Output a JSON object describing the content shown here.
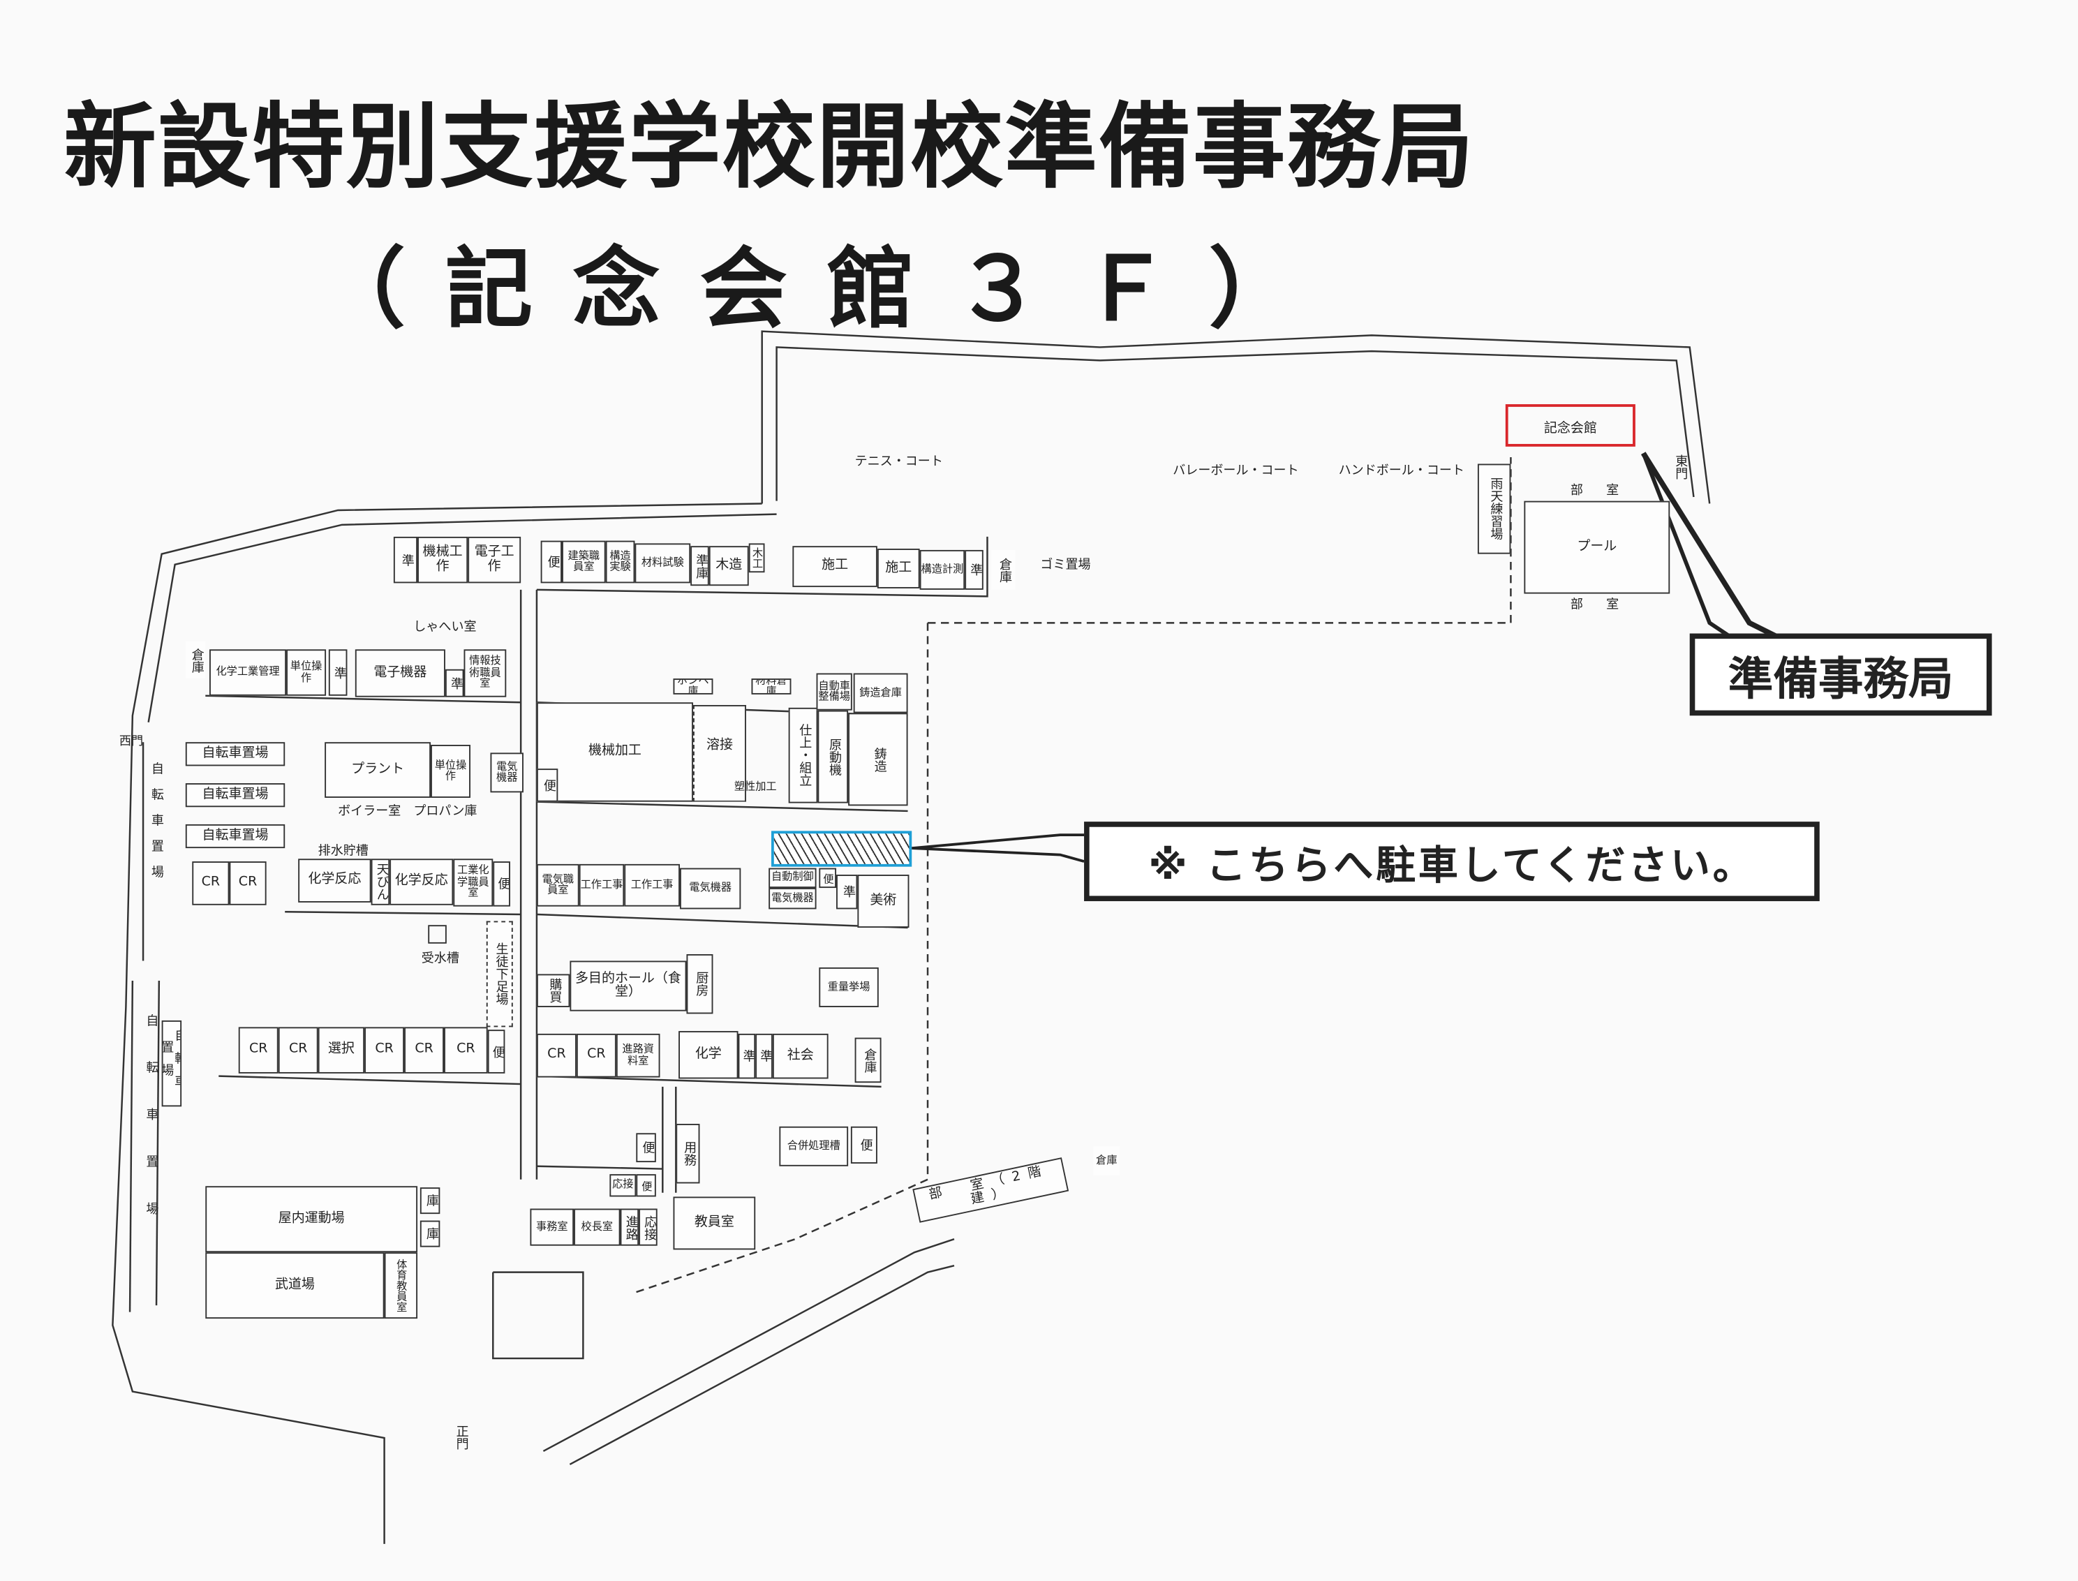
{
  "header": {
    "title": "新設特別支援学校開校準備事務局",
    "subtitle": "（記念会館３Ｆ）"
  },
  "callouts": {
    "office": "準備事務局",
    "parking": "※ こちらへ駐車してください。",
    "memorial_hall": "記念会館"
  },
  "colors": {
    "memorial_highlight": "#d9262b",
    "parking_highlight": "#1e9fd6"
  },
  "labels": {
    "tennis": "テニス・コート",
    "volleyball": "バレーボール・コート",
    "handball": "ハンドボール・コート",
    "east_gate": "東門",
    "west_gate": "西門",
    "main_gate": "正門",
    "garbage": "ゴミ置場",
    "shielding": "しゃへい室",
    "boiler": "ボイラー室",
    "propane": "プロパン庫",
    "drain_tank": "排水貯槽",
    "water_tank": "受水槽",
    "bicycle_vertical": "自転車置場",
    "bicycle_vertical2": "自転車置場",
    "club_top": "部　室",
    "club_bottom": "部　室",
    "club_2f": "部　室（2階建）",
    "rain_practice": "雨天練習場",
    "pool": "プール"
  },
  "rooms": [
    "準",
    "機械工作",
    "電子工作",
    "便",
    "建築職員室",
    "構造実験",
    "材料試験",
    "準庫",
    "木造",
    "木工",
    "施工",
    "施工",
    "構造計測",
    "準",
    "倉庫",
    "倉庫",
    "化学工業管理",
    "単位操作",
    "準",
    "電子機器",
    "準",
    "情報技術職員室",
    "機械加工",
    "溶接",
    "塑性加工",
    "仕上・組立",
    "原動機",
    "鋳造",
    "ボンベ庫",
    "材料倉庫",
    "自動車整備場",
    "鋳造倉庫",
    "便",
    "自転車置場",
    "自転車置場",
    "自転車置場",
    "プラント",
    "単位操作",
    "電気機器",
    "CR",
    "CR",
    "化学反応",
    "天びん",
    "化学反応",
    "工業化学職員室",
    "便",
    "電気職員室",
    "工作工事",
    "工作工事",
    "電気機器",
    "自動制御",
    "電気機器",
    "便",
    "準",
    "美術",
    "生徒下足場",
    "購買",
    "多目的ホール（食堂）",
    "厨房",
    "重量挙場",
    "CR",
    "CR",
    "選択",
    "CR",
    "CR",
    "CR",
    "便",
    "CR",
    "CR",
    "進路資料室",
    "化学",
    "準",
    "準",
    "社会",
    "倉庫",
    "便",
    "用務",
    "合併処理槽",
    "便",
    "応接",
    "便",
    "屋内運動場",
    "武道場",
    "体育教員室",
    "庫",
    "庫",
    "事務室",
    "校長室",
    "進路",
    "応接",
    "教員室",
    "倉庫",
    "自転車置場"
  ]
}
